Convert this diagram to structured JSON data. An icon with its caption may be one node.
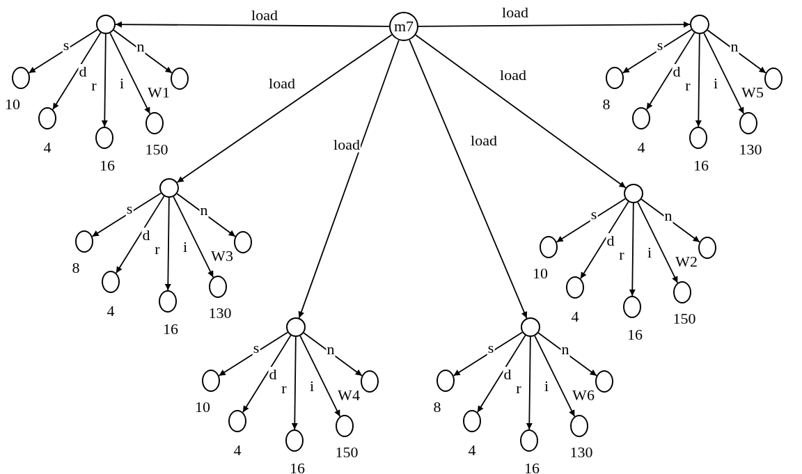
{
  "diagram": {
    "nodes": [
      {
        "text": [
          "m7"
        ]
      },
      {
        "text": [],
        "shape": "circle"
      },
      {
        "text": [],
        "shape": "circle",
        "beside": [
          "10"
        ]
      },
      {
        "text": [],
        "shape": "circle",
        "beside": [
          "4"
        ]
      },
      {
        "text": [],
        "shape": "circle",
        "beside": [
          "16"
        ]
      },
      {
        "text": [],
        "shape": "circle",
        "beside": [
          "150"
        ]
      },
      {
        "text": [],
        "shape": "circle",
        "beside": [
          "W1"
        ]
      },
      {
        "text": [],
        "shape": "circle"
      },
      {
        "text": [],
        "shape": "circle",
        "beside": [
          "8"
        ]
      },
      {
        "text": [],
        "shape": "circle",
        "beside": [
          "4"
        ]
      },
      {
        "text": [],
        "shape": "circle",
        "beside": [
          "16"
        ]
      },
      {
        "text": [],
        "shape": "circle",
        "beside": [
          "130"
        ]
      },
      {
        "text": [],
        "shape": "circle",
        "beside": [
          "W5"
        ]
      },
      {
        "text": [],
        "shape": "circle"
      },
      {
        "text": [],
        "shape": "circle",
        "beside": [
          "8"
        ]
      },
      {
        "text": [],
        "shape": "circle",
        "beside": [
          "4"
        ]
      },
      {
        "text": [],
        "shape": "circle",
        "beside": [
          "16"
        ]
      },
      {
        "text": [],
        "shape": "circle",
        "beside": [
          "130"
        ]
      },
      {
        "text": [],
        "shape": "circle",
        "beside": [
          "W3"
        ]
      },
      {
        "text": [],
        "shape": "circle"
      },
      {
        "text": [],
        "shape": "circle",
        "beside": [
          "10"
        ]
      },
      {
        "text": [],
        "shape": "circle",
        "beside": [
          "4"
        ]
      },
      {
        "text": [],
        "shape": "circle",
        "beside": [
          "16"
        ]
      },
      {
        "text": [],
        "shape": "circle",
        "beside": [
          "150"
        ]
      },
      {
        "text": [],
        "shape": "circle",
        "beside": [
          "W2"
        ]
      },
      {
        "text": [],
        "shape": "circle"
      },
      {
        "text": [],
        "shape": "circle",
        "beside": [
          "10"
        ]
      },
      {
        "text": [],
        "shape": "circle",
        "beside": [
          "4"
        ]
      },
      {
        "text": [],
        "shape": "circle",
        "beside": [
          "16"
        ]
      },
      {
        "text": [],
        "shape": "circle",
        "beside": [
          "150"
        ]
      },
      {
        "text": [],
        "shape": "circle",
        "beside": [
          "W4"
        ]
      },
      {
        "text": [],
        "shape": "circle"
      },
      {
        "text": [],
        "shape": "circle",
        "beside": [
          "8"
        ]
      },
      {
        "text": [],
        "shape": "circle",
        "beside": [
          "4"
        ]
      },
      {
        "text": [],
        "shape": "circle",
        "beside": [
          "16"
        ]
      },
      {
        "text": [],
        "shape": "circle",
        "beside": [
          "130"
        ]
      },
      {
        "text": [],
        "shape": "circle",
        "beside": [
          "W6"
        ]
      }
    ],
    "edges": [
      {
        "from": 0,
        "to": 1,
        "arrow": "to",
        "label": "load"
      },
      {
        "from": 0,
        "to": 7,
        "arrow": "to",
        "label": "load"
      },
      {
        "from": 0,
        "to": 13,
        "arrow": "to",
        "label": "load"
      },
      {
        "from": 0,
        "to": 19,
        "arrow": "to",
        "label": "load"
      },
      {
        "from": 0,
        "to": 25,
        "arrow": "to",
        "label": "load"
      },
      {
        "from": 0,
        "to": 31,
        "arrow": "to",
        "label": "load"
      },
      {
        "from": 1,
        "to": 2,
        "arrow": "to",
        "label": "s"
      },
      {
        "from": 1,
        "to": 3,
        "arrow": "to",
        "label": "d"
      },
      {
        "from": 1,
        "to": 4,
        "arrow": "to",
        "label": "r"
      },
      {
        "from": 1,
        "to": 5,
        "arrow": "to",
        "label": "i"
      },
      {
        "from": 1,
        "to": 6,
        "arrow": "to",
        "label": "n"
      },
      {
        "from": 7,
        "to": 8,
        "arrow": "to",
        "label": "s"
      },
      {
        "from": 7,
        "to": 9,
        "arrow": "to",
        "label": "d"
      },
      {
        "from": 7,
        "to": 10,
        "arrow": "to",
        "label": "r"
      },
      {
        "from": 7,
        "to": 11,
        "arrow": "to",
        "label": "i"
      },
      {
        "from": 7,
        "to": 12,
        "arrow": "to",
        "label": "n"
      },
      {
        "from": 13,
        "to": 14,
        "arrow": "to",
        "label": "s"
      },
      {
        "from": 13,
        "to": 15,
        "arrow": "to",
        "label": "d"
      },
      {
        "from": 13,
        "to": 16,
        "arrow": "to",
        "label": "r"
      },
      {
        "from": 13,
        "to": 17,
        "arrow": "to",
        "label": "i"
      },
      {
        "from": 13,
        "to": 18,
        "arrow": "to",
        "label": "n"
      },
      {
        "from": 19,
        "to": 20,
        "arrow": "to",
        "label": "s"
      },
      {
        "from": 19,
        "to": 21,
        "arrow": "to",
        "label": "d"
      },
      {
        "from": 19,
        "to": 22,
        "arrow": "to",
        "label": "r"
      },
      {
        "from": 19,
        "to": 23,
        "arrow": "to",
        "label": "i"
      },
      {
        "from": 19,
        "to": 24,
        "arrow": "to",
        "label": "n"
      },
      {
        "from": 25,
        "to": 26,
        "arrow": "to",
        "label": "s"
      },
      {
        "from": 25,
        "to": 27,
        "arrow": "to",
        "label": "d"
      },
      {
        "from": 25,
        "to": 28,
        "arrow": "to",
        "label": "r"
      },
      {
        "from": 25,
        "to": 29,
        "arrow": "to",
        "label": "i"
      },
      {
        "from": 25,
        "to": 30,
        "arrow": "to",
        "label": "n"
      },
      {
        "from": 31,
        "to": 32,
        "arrow": "to",
        "label": "s"
      },
      {
        "from": 31,
        "to": 33,
        "arrow": "to",
        "label": "d"
      },
      {
        "from": 31,
        "to": 34,
        "arrow": "to",
        "label": "r"
      },
      {
        "from": 31,
        "to": 35,
        "arrow": "to",
        "label": "i"
      },
      {
        "from": 31,
        "to": 36,
        "arrow": "to",
        "label": "n"
      }
    ]
  }
}
